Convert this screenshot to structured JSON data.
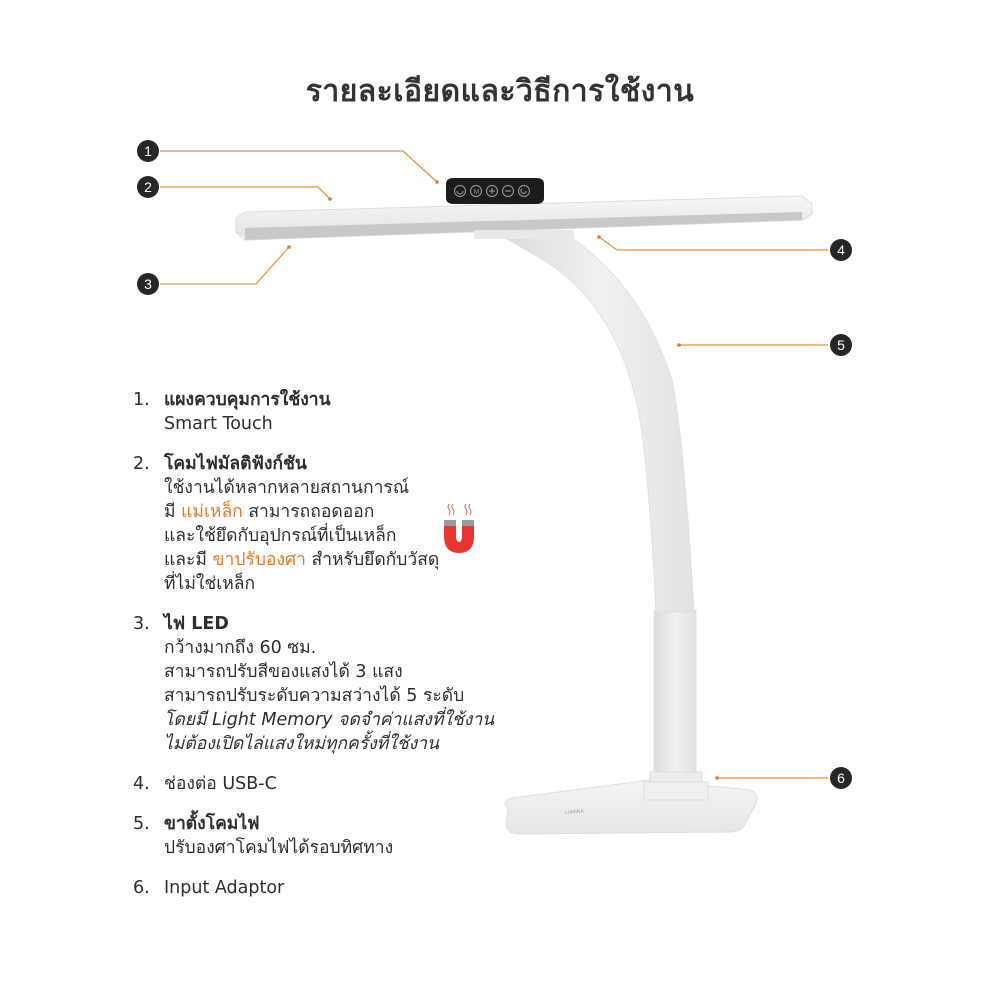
{
  "page": {
    "title": "รายละเอียดและวิธีการใช้งาน"
  },
  "colors": {
    "accent_orange": "#e07a2a",
    "callout_line": "#e8913c",
    "badge_bg": "#262626",
    "text": "#2e2e2e",
    "lamp_white": "#f2f2f2",
    "control_panel": "#1c1c1c"
  },
  "callouts": [
    {
      "number": "1"
    },
    {
      "number": "2"
    },
    {
      "number": "3"
    },
    {
      "number": "4"
    },
    {
      "number": "5"
    },
    {
      "number": "6"
    }
  ],
  "control_panel": {
    "icons": [
      "power-icon",
      "mode-icon",
      "plus-icon",
      "minus-icon",
      "timer-icon"
    ]
  },
  "magnet_icon": "magnet-icon",
  "features": [
    {
      "number": "1.",
      "heading": "แผงควบคุมการใช้งาน",
      "lines": [
        "Smart Touch"
      ]
    },
    {
      "number": "2.",
      "heading": "โคมไฟมัลติฟังก์ชัน",
      "lines": [
        "ใช้งานได้หลากหลายสถานการณ์",
        "มี",
        "แม่เหล็ก",
        "สามารถถอดออก",
        "และใช้ยึดกับอุปกรณ์ที่เป็นเหล็ก",
        "และมี",
        "ขาปรับองศา",
        "สำหรับยึดกับวัสดุ",
        "ที่ไม่ใช่เหล็ก"
      ]
    },
    {
      "number": "3.",
      "heading": "ไฟ LED",
      "lines": [
        "กว้างมากถึง 60 ซม.",
        "สามารถปรับสีของแสงได้ 3 แสง",
        "สามารถปรับระดับความสว่างได้ 5 ระดับ",
        "โดยมี Light Memory จดจำค่าแสงที่ใช้งาน",
        "ไม่ต้องเปิดไล่แสงใหม่ทุกครั้งที่ใช้งาน"
      ]
    },
    {
      "number": "4.",
      "heading": "ช่องต่อ USB-C",
      "lines": []
    },
    {
      "number": "5.",
      "heading": "ขาตั้งโคมไฟ",
      "lines": [
        "ปรับองศาโคมไฟได้รอบทิศทาง"
      ]
    },
    {
      "number": "6.",
      "heading": "Input Adaptor",
      "lines": []
    }
  ]
}
